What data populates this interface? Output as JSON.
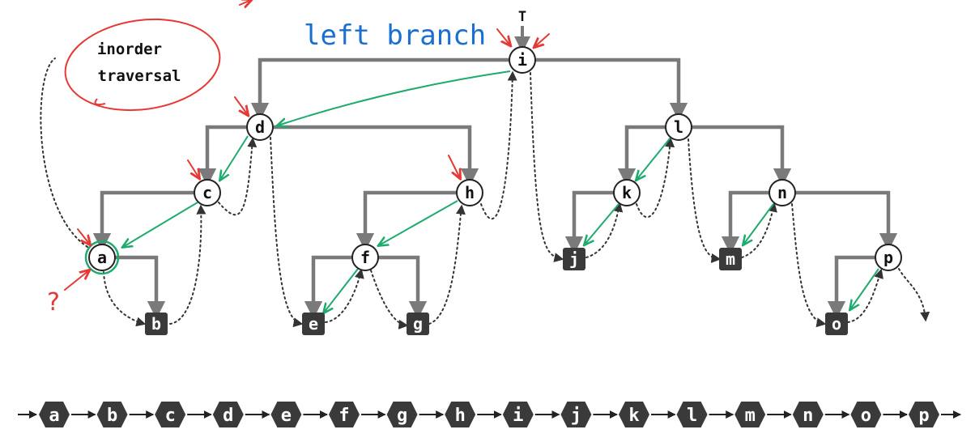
{
  "root_pointer": "T",
  "note": {
    "line1": "inorder",
    "line2": "traversal"
  },
  "annotation": {
    "left_branch": "left branch",
    "question_mark": "?"
  },
  "nodes": [
    {
      "key": "i",
      "kind": "internal"
    },
    {
      "key": "d",
      "kind": "internal"
    },
    {
      "key": "l",
      "kind": "internal"
    },
    {
      "key": "c",
      "kind": "internal"
    },
    {
      "key": "h",
      "kind": "internal"
    },
    {
      "key": "k",
      "kind": "internal"
    },
    {
      "key": "n",
      "kind": "internal"
    },
    {
      "key": "a",
      "kind": "internal"
    },
    {
      "key": "f",
      "kind": "internal"
    },
    {
      "key": "p",
      "kind": "internal"
    },
    {
      "key": "b",
      "kind": "leaf"
    },
    {
      "key": "e",
      "kind": "leaf"
    },
    {
      "key": "g",
      "kind": "leaf"
    },
    {
      "key": "j",
      "kind": "leaf"
    },
    {
      "key": "m",
      "kind": "leaf"
    },
    {
      "key": "o",
      "kind": "leaf"
    }
  ],
  "tree_edges": [
    [
      "i",
      "d"
    ],
    [
      "i",
      "l"
    ],
    [
      "d",
      "c"
    ],
    [
      "d",
      "h"
    ],
    [
      "c",
      "a"
    ],
    [
      "a",
      "b"
    ],
    [
      "h",
      "f"
    ],
    [
      "f",
      "e"
    ],
    [
      "f",
      "g"
    ],
    [
      "l",
      "k"
    ],
    [
      "l",
      "n"
    ],
    [
      "k",
      "j"
    ],
    [
      "n",
      "m"
    ],
    [
      "n",
      "p"
    ],
    [
      "p",
      "o"
    ]
  ],
  "sequence": [
    "a",
    "b",
    "c",
    "d",
    "e",
    "f",
    "g",
    "h",
    "i",
    "j",
    "k",
    "l",
    "m",
    "n",
    "o",
    "p"
  ],
  "colors": {
    "edge": "#7a7a7a",
    "node_fill": "#ffffff",
    "node_stroke": "#222222",
    "leaf_fill": "#3a3a3a",
    "leaf_text": "#ffffff",
    "green": "#1faa6e",
    "red": "#e53935",
    "blue": "#1a6fd1",
    "dotted": "#333333"
  }
}
